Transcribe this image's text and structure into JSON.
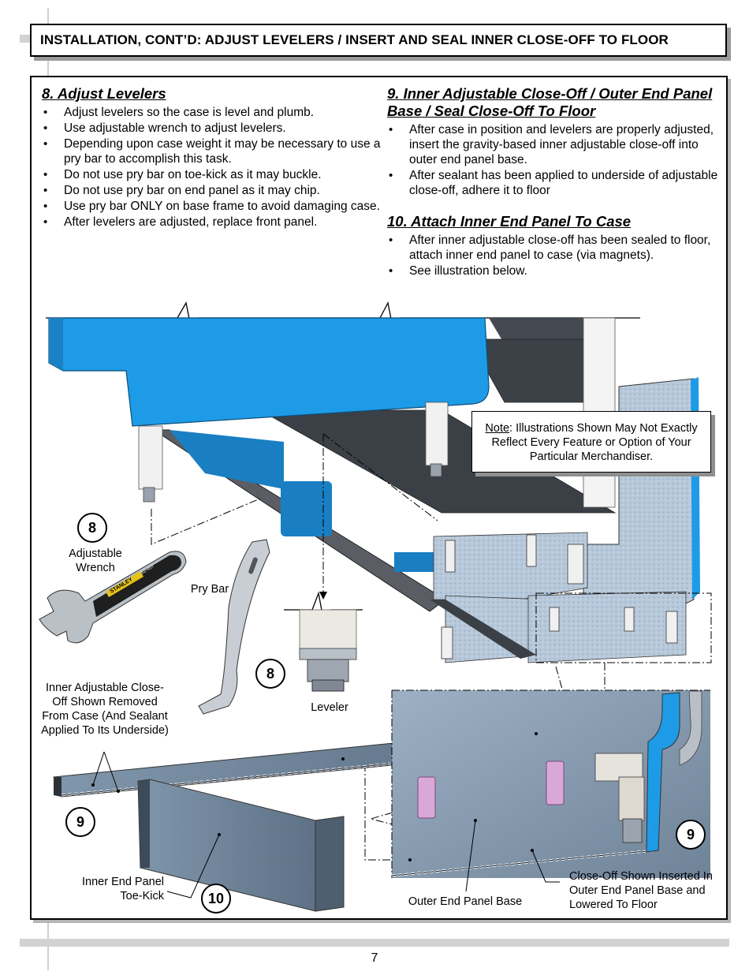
{
  "header": {
    "title": "INSTALLATION, CONT’D: ADJUST LEVELERS / INSERT AND SEAL INNER CLOSE-OFF TO FLOOR"
  },
  "sections": {
    "s8": {
      "title": "8. Adjust Levelers",
      "bullets": [
        "Adjust levelers so the case is level and plumb.",
        "Use adjustable wrench to adjust levelers.",
        "Depending upon case weight it may be necessary to use a pry bar to accomplish this task.",
        "Do not use pry bar on toe-kick as it may buckle.",
        "Do not use pry bar on end panel as it may chip.",
        "Use pry bar ONLY on base frame to avoid damaging case.",
        "After levelers are adjusted, replace front panel."
      ]
    },
    "s9": {
      "title": "9. Inner Adjustable Close-Off / Outer End Panel Base / Seal Close-Off To Floor",
      "bullets": [
        "After case in position and levelers are properly adjusted, insert the gravity-based inner adjustable close-off into outer end panel base.",
        "After sealant has been applied to underside of adjustable close-off, adhere it to floor"
      ]
    },
    "s10": {
      "title": "10. Attach Inner End Panel To Case",
      "bullets": [
        "After inner adjustable close-off has been sealed to floor, attach inner end panel to case (via magnets).",
        "See illustration below."
      ]
    }
  },
  "note": {
    "lead": "Note",
    "rest": ": Illustrations Shown May Not Exactly Reflect Every Feature or Option of Your Particular Merchandiser."
  },
  "labels": {
    "wrench": "Adjustable Wrench",
    "wrench_brand": "STANLEY",
    "wrench_model": "92-457",
    "pry_bar": "Pry Bar",
    "leveler": "Leveler",
    "inner_closeoff": "Inner Adjustable Close-Off Shown Removed From Case (And Sealant Applied To Its Underside)",
    "inner_end_panel": "Inner End Panel Toe-Kick",
    "outer_end_panel": "Outer End Panel Base",
    "closeoff_inserted": "Close-Off Shown Inserted In Outer End Panel Base and Lowered To Floor"
  },
  "callouts": {
    "a": "8",
    "b": "8",
    "c": "9",
    "d": "9",
    "e": "10"
  },
  "page": {
    "number": "7"
  },
  "colors": {
    "case_blue": "#1e9be6",
    "panel_gray": "#4a4f57",
    "speckle": "#b9c9db",
    "steel": "#8ea3b8"
  }
}
